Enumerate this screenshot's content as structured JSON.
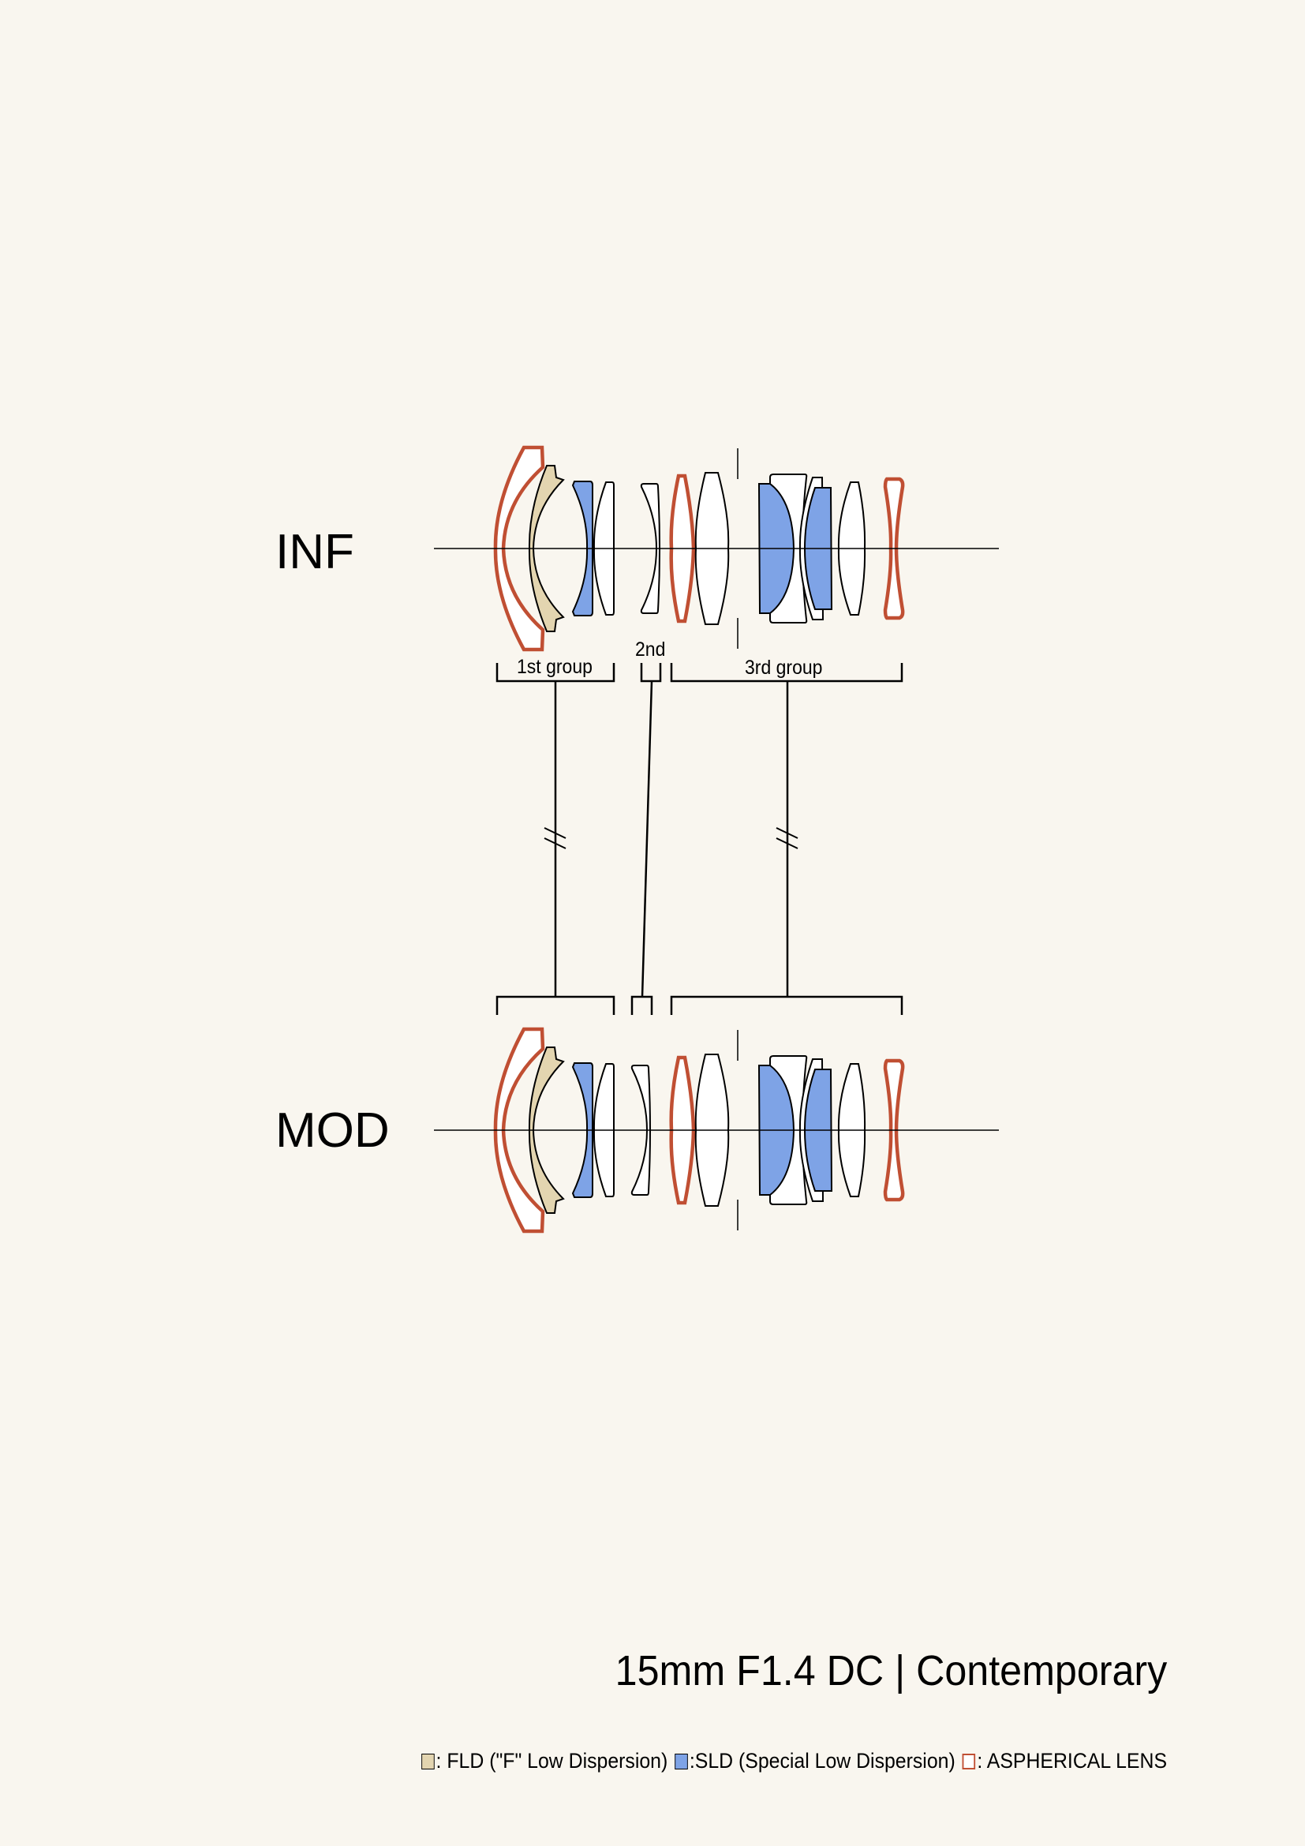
{
  "labels": {
    "infinity": "INF",
    "minimum_focus": "MOD",
    "group_1": "1st group",
    "group_2": "2nd",
    "group_3": "3rd group"
  },
  "title": "15mm F1.4 DC | Contemporary",
  "colors": {
    "background": "#f9f6ef",
    "fld": "#e3d5b0",
    "sld": "#7ea3e6",
    "aspherical_outline": "#c04f33",
    "normal_glass": "#ffffff",
    "line": "#000000"
  },
  "legend": [
    {
      "key": "fld",
      "swatch_fill": "#e3d5b0",
      "swatch_border": "#000000",
      "text": ": FLD (\"F\" Low Dispersion)"
    },
    {
      "key": "sld",
      "swatch_fill": "#7ea3e6",
      "swatch_border": "#000000",
      "text": ":SLD (Special Low Dispersion)"
    },
    {
      "key": "aspherical",
      "swatch_fill": "#ffffff",
      "swatch_border": "#c04f33",
      "text": ": ASPHERICAL LENS"
    }
  ],
  "lens_elements": [
    {
      "id": 1,
      "group": 1,
      "type": "aspherical"
    },
    {
      "id": 2,
      "group": 1,
      "type": "fld"
    },
    {
      "id": 3,
      "group": 1,
      "type": "sld"
    },
    {
      "id": 4,
      "group": 1,
      "type": "normal"
    },
    {
      "id": 5,
      "group": 2,
      "type": "normal"
    },
    {
      "id": 6,
      "group": 3,
      "type": "aspherical"
    },
    {
      "id": 7,
      "group": 3,
      "type": "normal"
    },
    {
      "id": 8,
      "group": 3,
      "type": "sld"
    },
    {
      "id": 9,
      "group": 3,
      "type": "normal"
    },
    {
      "id": 10,
      "group": 3,
      "type": "normal"
    },
    {
      "id": 11,
      "group": 3,
      "type": "sld"
    },
    {
      "id": 12,
      "group": 3,
      "type": "normal"
    },
    {
      "id": 13,
      "group": 3,
      "type": "aspherical"
    }
  ],
  "focus_movement": {
    "group_1": "fixed",
    "group_2": "moves toward object when focusing to MOD",
    "group_3": "fixed"
  }
}
